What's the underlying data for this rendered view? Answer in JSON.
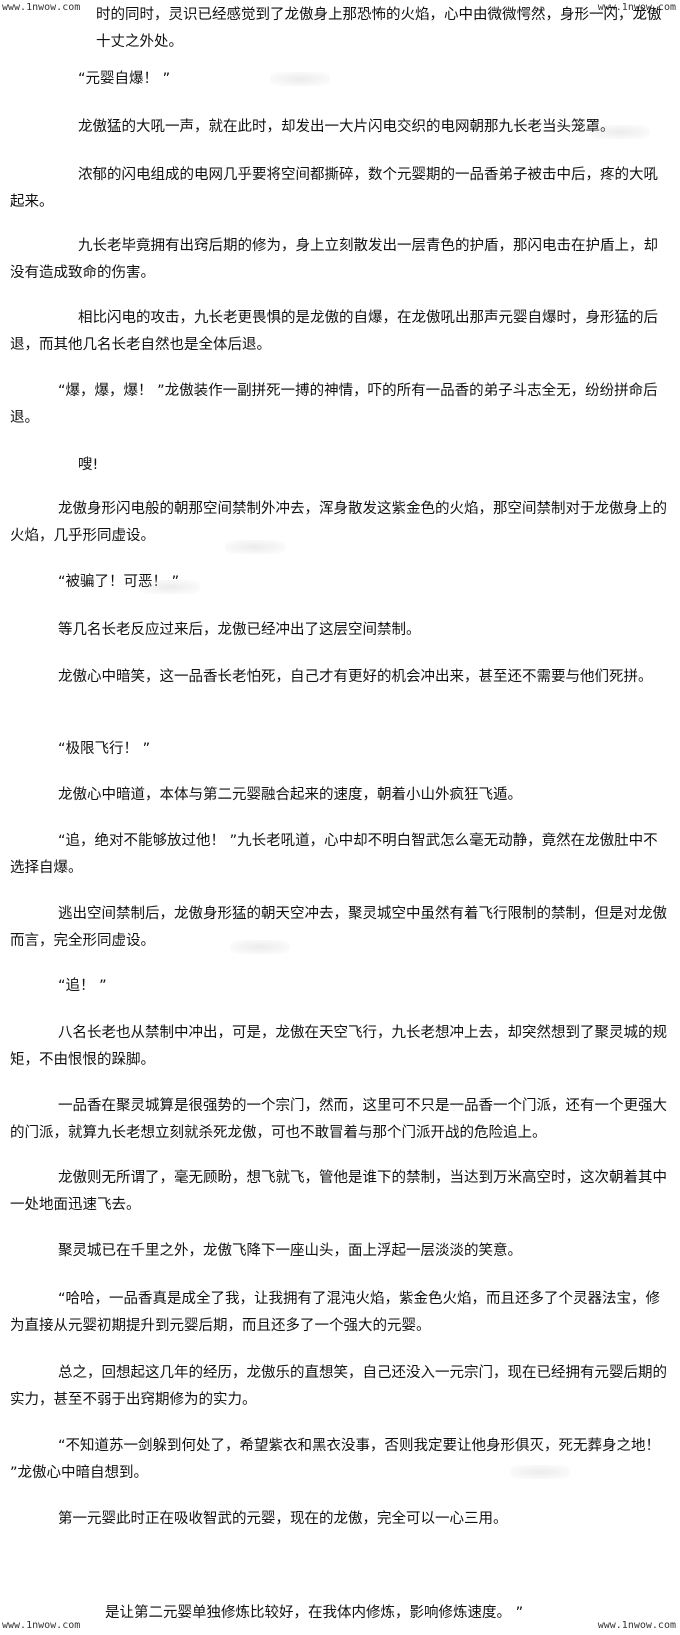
{
  "watermarks": {
    "top_left": "www.1nwow.com",
    "top_right": "www.1nwow.com",
    "bottom_left": "www.1nwow.com",
    "bottom_right": "www.1nwow.com"
  },
  "paragraphs": [
    "时的同时，灵识已经感觉到了龙傲身上那恐怖的火焰，心中由微微愕然，身形一闪，龙傲十丈之外处。",
    "“元婴自爆！ ”",
    "龙傲猛的大吼一声，就在此时，却发出一大片闪电交织的电网朝那九长老当头笼罩。",
    "浓郁的闪电组成的电网几乎要将空间都撕碎，数个元婴期的一品香弟子被击中后，疼的大吼起来。",
    "九长老毕竟拥有出窍后期的修为，身上立刻散发出一层青色的护盾，那闪电击在护盾上，却没有造成致命的伤害。",
    "相比闪电的攻击，九长老更畏惧的是龙傲的自爆，在龙傲吼出那声元婴自爆时，身形猛的后退，而其他几名长老自然也是全体后退。",
    "“爆，爆，爆！ ”龙傲装作一副拼死一搏的神情，吓的所有一品香的弟子斗志全无，纷纷拼命后退。",
    "嗖!",
    "龙傲身形闪电般的朝那空间禁制外冲去，浑身散发这紫金色的火焰，那空间禁制对于龙傲身上的火焰，几乎形同虚设。",
    "“被骗了！可恶！ ”",
    "等几名长老反应过来后，龙傲已经冲出了这层空间禁制。",
    "龙傲心中暗笑，这一品香长老怕死，自己才有更好的机会冲出来，甚至还不需要与他们死拼。",
    "“极限飞行！ ”",
    "龙傲心中暗道，本体与第二元婴融合起来的速度，朝着小山外疯狂飞遁。",
    "“追，绝对不能够放过他！ ”九长老吼道，心中却不明白智武怎么毫无动静，竟然在龙傲肚中不选择自爆。",
    "逃出空间禁制后，龙傲身形猛的朝天空冲去，聚灵城空中虽然有着飞行限制的禁制，但是对龙傲而言，完全形同虚设。",
    "“追！ ”",
    "八名长老也从禁制中冲出，可是，龙傲在天空飞行，九长老想冲上去，却突然想到了聚灵城的规矩，不由恨恨的跺脚。",
    "一品香在聚灵城算是很强势的一个宗门，然而，这里可不只是一品香一个门派，还有一个更强大的门派，就算九长老想立刻就杀死龙傲，可也不敢冒着与那个门派开战的危险追上。",
    "龙傲则无所谓了，毫无顾盼，想飞就飞，管他是谁下的禁制，当达到万米高空时，这次朝着其中一处地面迅速飞去。",
    "聚灵城已在千里之外，龙傲飞降下一座山头，面上浮起一层淡淡的笑意。",
    "“哈哈，一品香真是成全了我，让我拥有了混沌火焰，紫金色火焰，而且还多了个灵器法宝，修为直接从元婴初期提升到元婴后期，而且还多了一个强大的元婴。",
    "总之，回想起这几年的经历，龙傲乐的直想笑，自己还没入一元宗门，现在已经拥有元婴后期的实力，甚至不弱于出窍期修为的实力。",
    "“不知道苏一剑躲到何处了，希望紫衣和黑衣没事，否则我定要让他身形俱灭，死无葬身之地！ ”龙傲心中暗自想到。",
    "第一元婴此时正在吸收智武的元婴，现在的龙傲，完全可以一心三用。",
    "是让第二元婴单独修炼比较好，在我体内修炼，影响修炼速度。 ”"
  ]
}
